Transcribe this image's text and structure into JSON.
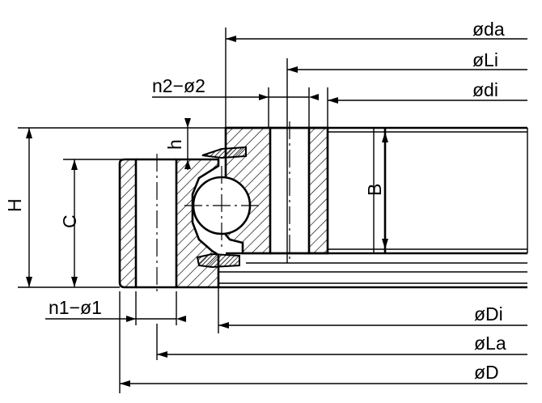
{
  "labels": {
    "da": "ød",
    "da_sub": "a",
    "Li": "øL",
    "Li_sub": "i",
    "di": "ød",
    "di_sub": "i",
    "n2": "n2−ø2",
    "h": "h",
    "H": "H",
    "C": "C",
    "B": "B",
    "n1": "n1−ø1",
    "Di": "øD",
    "Di_sub": "i",
    "La": "øL",
    "La_sub": "a",
    "D": "øD"
  }
}
